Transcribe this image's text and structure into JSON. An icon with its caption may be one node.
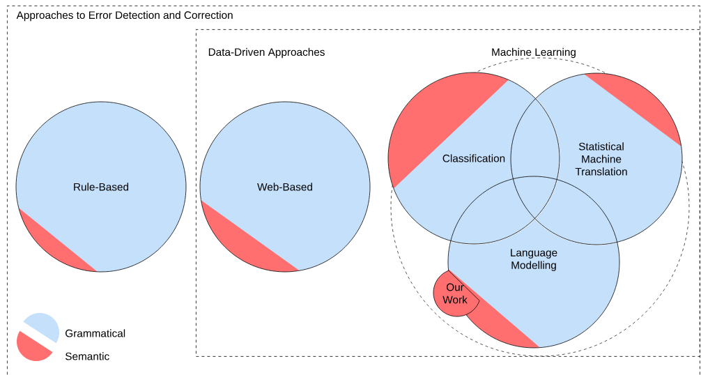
{
  "diagram": {
    "nodes": [
      {
        "text": [
          "Approaches to Error Detection and Correction"
        ]
      },
      {
        "text": [
          "Rule-Based"
        ],
        "in": 0
      },
      {
        "text": [
          "Data-Driven Approaches"
        ],
        "in": 0
      },
      {
        "text": [
          "Web-Based"
        ],
        "in": 2
      },
      {
        "text": [
          "Machine Learning"
        ],
        "in": 2
      },
      {
        "text": [
          "Classification"
        ],
        "in": 4
      },
      {
        "text": [
          "Statistical Machine Translation"
        ],
        "in": 4
      },
      {
        "text": [
          "Language Modelling"
        ],
        "in": 4
      },
      {
        "text": [
          "Our Work"
        ],
        "in": 4
      }
    ],
    "legend": [
      {
        "text": "Grammatical",
        "color": "#c5e0fb"
      },
      {
        "text": "Semantic",
        "color": "#ff6f6f"
      }
    ]
  }
}
